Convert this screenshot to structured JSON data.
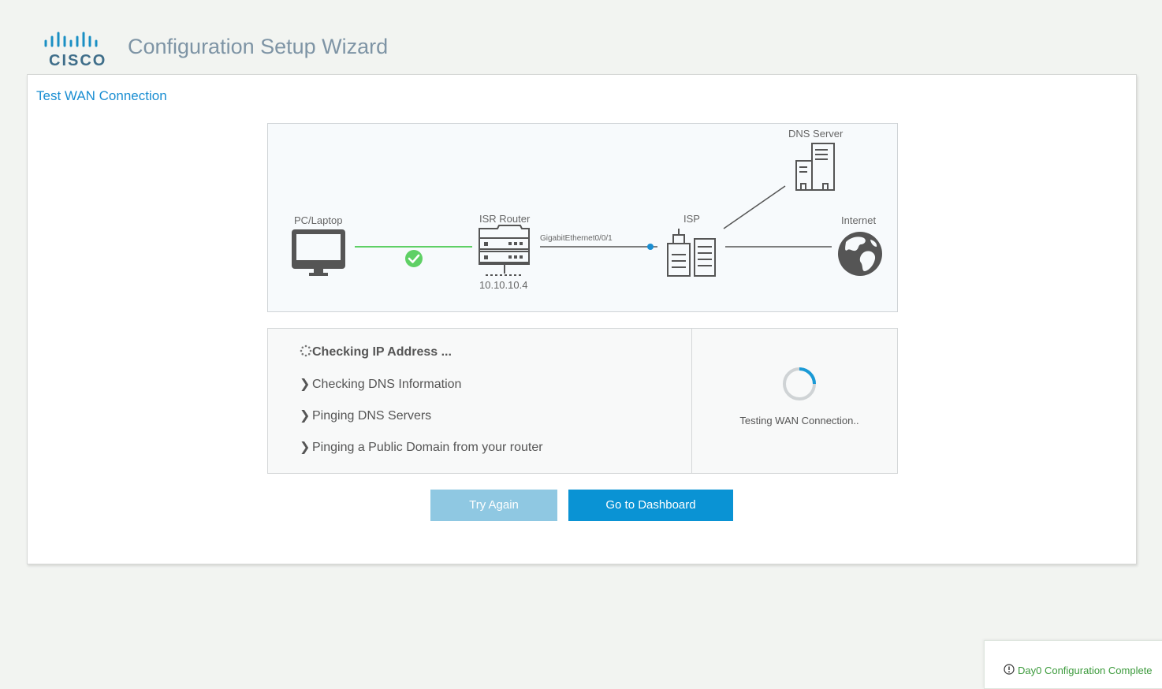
{
  "header": {
    "logo_text": "CISCO",
    "app_title": "Configuration Setup Wizard"
  },
  "card": {
    "title": "Test WAN Connection"
  },
  "diagram": {
    "pc_label": "PC/Laptop",
    "router_label": "ISR Router",
    "router_ip": "10.10.10.4",
    "interface_label": "GigabitEthernet0/0/1",
    "isp_label": "ISP",
    "dns_label": "DNS Server",
    "internet_label": "Internet",
    "pc_link_status": "success",
    "colors": {
      "ok": "#5fd065",
      "link": "#555555",
      "dot": "#1a8ed2",
      "icon": "#555555"
    }
  },
  "steps": {
    "items": [
      {
        "label": "Checking IP Address ...",
        "state": "in-progress"
      },
      {
        "label": "Checking DNS Information",
        "state": "pending"
      },
      {
        "label": "Pinging DNS Servers",
        "state": "pending"
      },
      {
        "label": "Pinging a Public Domain from your router",
        "state": "pending"
      }
    ],
    "status_text": "Testing WAN Connection.."
  },
  "buttons": {
    "try_again": "Try Again",
    "go_dashboard": "Go to Dashboard"
  },
  "toast": {
    "text": "Day0 Configuration Complete",
    "icon": "info-circle-icon"
  }
}
